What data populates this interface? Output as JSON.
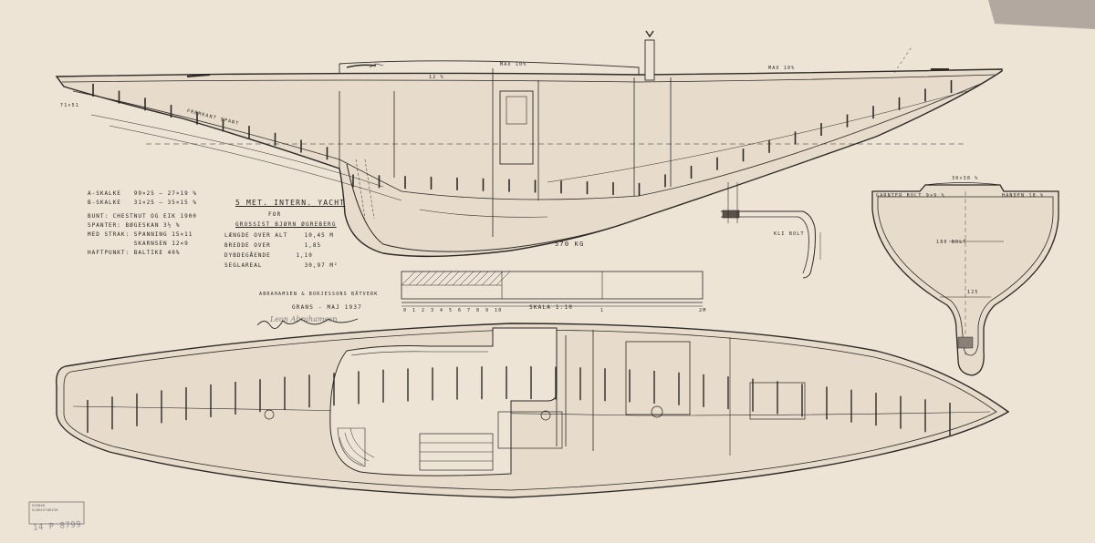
{
  "title_block": {
    "title": "5 MET. INTERN. YACHT",
    "for_line": "FOR",
    "owner": "GROSSIST BJØRN ØGREBERG"
  },
  "particulars": [
    {
      "label": "LÆNGDE OVER ALT",
      "value": "10,45 M"
    },
    {
      "label": "BREDDE OVER",
      "value": "1,85"
    },
    {
      "label": "DYBDEGÅENDE",
      "value": "1,10"
    },
    {
      "label": "SEGLAREAL",
      "value": "30,97 M²"
    }
  ],
  "materials": [
    {
      "label": "A-SKALKE",
      "value": "99×25 – 27×19 %"
    },
    {
      "label": "B-SKALKE",
      "value": "31×25 – 35×15 %"
    },
    {
      "label": "BUNT: CHESTNUT OG EIK 1900",
      "value": ""
    },
    {
      "label": "SPANTER:",
      "value": "BØGESKAN 3½ %"
    },
    {
      "label": "MED STRAK:",
      "value": "SPANNING 15×11"
    },
    {
      "label": "",
      "value": "SKARNSEN 12×9"
    },
    {
      "label": "HAFTPUNKT:",
      "value": "BALTIKE 40%"
    }
  ],
  "builder": {
    "line1": "ABRAHAMSEN & BORJESSONS BÅTVERK",
    "line2": "GRANS - MAJ 1937",
    "signature": "Leon Abrahamsen"
  },
  "scale": {
    "label": "SKALA 1:10",
    "ticks": [
      "0",
      "1",
      "2",
      "3",
      "4",
      "5",
      "6",
      "7",
      "8",
      "9",
      "10",
      "1",
      "2M"
    ]
  },
  "annotations": {
    "ballast": "570 KG",
    "max_sheer_1": "MAX 10%",
    "max_sheer_2": "MAX 10%",
    "deck_mid": "12 %",
    "planking_fwd": "FREMKANT SPANT",
    "section_top": "30×30 %",
    "section_row_a": "GARNIER BOLT 9×9 %",
    "section_row_b": "HANDEN 18 %",
    "section_mid": "180 BOLT",
    "section_width": "125",
    "keel_bolt": "KLI BOLT",
    "stem_mark": "71×51"
  },
  "stamp": {
    "line1": "SVENSK",
    "line2": "SJÖHISTORISK",
    "number": "14 P 8799"
  },
  "colors": {
    "paper": "#ede4d6",
    "ink": "#2d2925",
    "hull_fill": "#e7dccb",
    "tape": "#a89e95"
  }
}
